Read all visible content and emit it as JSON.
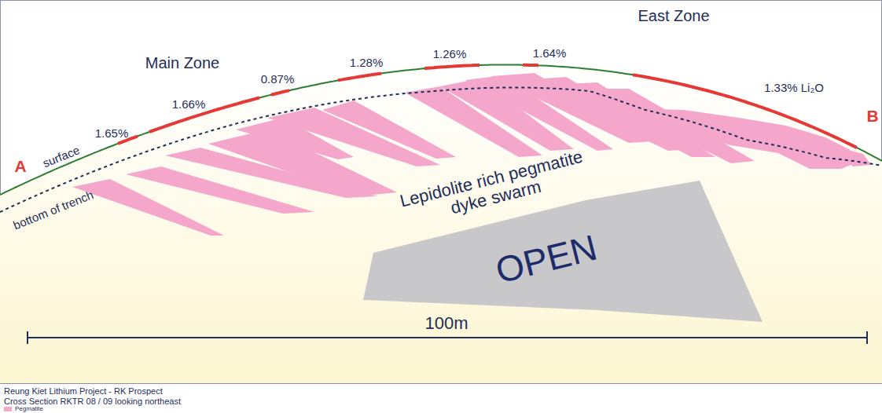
{
  "diagram": {
    "title": "Reung Kiet Lithium Project - RK Prospect",
    "caption": "Cross Section RKTR 08 / 09 looking northeast",
    "nodes": [
      {
        "text": [
          "OPEN"
        ]
      }
    ],
    "labels": [
      "Main Zone",
      "East Zone",
      "1.65%",
      "1.66%",
      "0.87%",
      "1.28%",
      "1.26%",
      "1.64%",
      "1.33% Li₂O",
      "A",
      "B",
      "surface",
      "bottom of trench",
      "Lepidolite rich pegmatite dyke swarm",
      "100m"
    ],
    "legend": [
      {
        "text": "Pegmatite",
        "color": "#f4a7cb"
      }
    ]
  }
}
